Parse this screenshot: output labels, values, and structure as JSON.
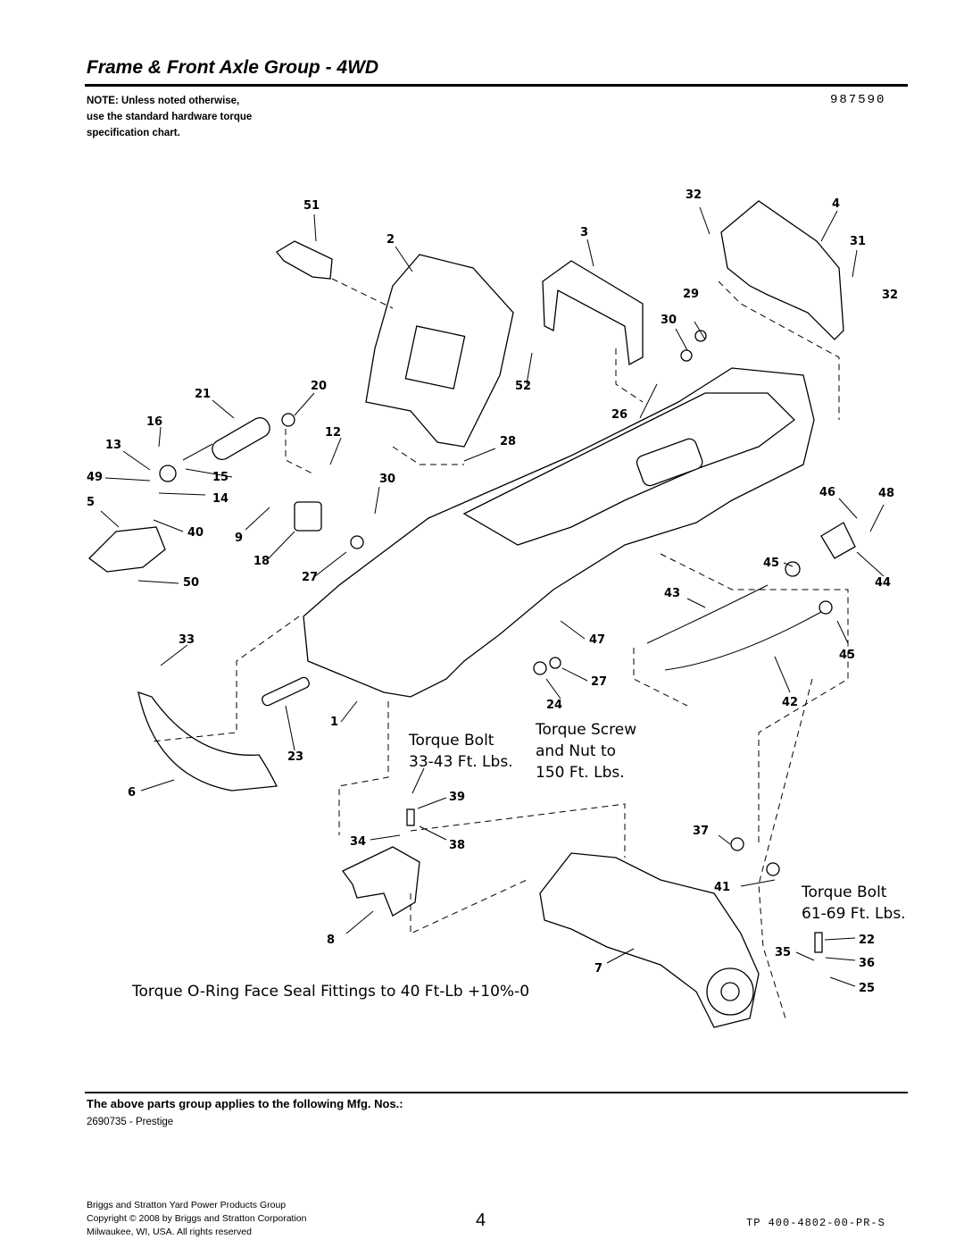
{
  "page_title": "Frame & Front Axle Group - 4WD",
  "note": [
    "NOTE: Unless noted otherwise,",
    "use the standard hardware torque",
    "specification chart."
  ],
  "ref_number": "987590",
  "callouts": {
    "c51": "51",
    "c2": "2",
    "c3": "3",
    "c32a": "32",
    "c4": "4",
    "c31": "31",
    "c32b": "32",
    "c29": "29",
    "c30a": "30",
    "c52": "52",
    "c21": "21",
    "c20": "20",
    "c16": "16",
    "c12": "12",
    "c26": "26",
    "c13": "13",
    "c28": "28",
    "c49": "49",
    "c15": "15",
    "c30b": "30",
    "c5": "5",
    "c14": "14",
    "c46": "46",
    "c48": "48",
    "c40": "40",
    "c9": "9",
    "c18": "18",
    "c27a": "27",
    "c45a": "45",
    "c44": "44",
    "c50": "50",
    "c43": "43",
    "c33": "33",
    "c47": "47",
    "c45b": "45",
    "c27b": "27",
    "c24": "24",
    "c42": "42",
    "c1": "1",
    "c23": "23",
    "c6": "6",
    "c39": "39",
    "c34": "34",
    "c38": "38",
    "c37": "37",
    "c41": "41",
    "c22": "22",
    "c35": "35",
    "c36": "36",
    "c8": "8",
    "c7": "7",
    "c25": "25"
  },
  "torque_notes": {
    "bolt1_line1": "Torque Bolt",
    "bolt1_line2": "33-43 Ft. Lbs.",
    "screw_line1": "Torque Screw",
    "screw_line2": "and Nut to",
    "screw_line3": "150 Ft. Lbs.",
    "bolt2_line1": "Torque Bolt",
    "bolt2_line2": "61-69 Ft. Lbs.",
    "oring": "Torque O-Ring Face Seal Fittings to 40 Ft-Lb +10%-0"
  },
  "applies_heading": "The above parts group applies to the following Mfg. Nos.:",
  "mfg_number": "2690735 - Prestige",
  "footer": {
    "line1": "Briggs and Stratton Yard Power Products Group",
    "line2": "Copyright ©  2008 by Briggs and Stratton Corporation",
    "line3": "Milwaukee, WI, USA. All rights reserved"
  },
  "page_number": "4",
  "doc_number": "TP 400-4802-00-PR-S"
}
